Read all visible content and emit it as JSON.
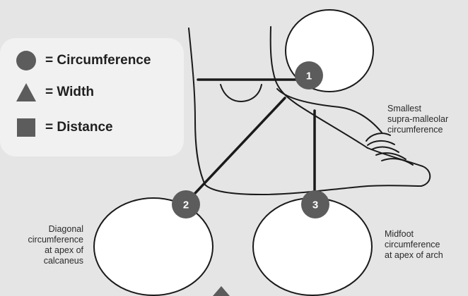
{
  "legend": {
    "items": [
      {
        "shape": "circle-icon",
        "label": "= Circumference"
      },
      {
        "shape": "triangle-icon",
        "label": "= Width"
      },
      {
        "shape": "square-icon",
        "label": "= Distance"
      }
    ]
  },
  "markers": {
    "m1": "1",
    "m2": "2",
    "m3": "3"
  },
  "captions": {
    "supra": [
      "Smallest",
      "supra-malleolar",
      "circumference"
    ],
    "diagonal": [
      "Diagonal",
      "circumference",
      "at apex of",
      "calcaneus"
    ],
    "midfoot": [
      "Midfoot",
      "circumference",
      "at apex of arch"
    ]
  },
  "colors": {
    "background": "#e5e5e5",
    "legend_panel": "#f1f1f1",
    "shape_fill": "#5c5c5c",
    "marker_fill": "#5c5c5c",
    "line": "#1a1a1a"
  }
}
